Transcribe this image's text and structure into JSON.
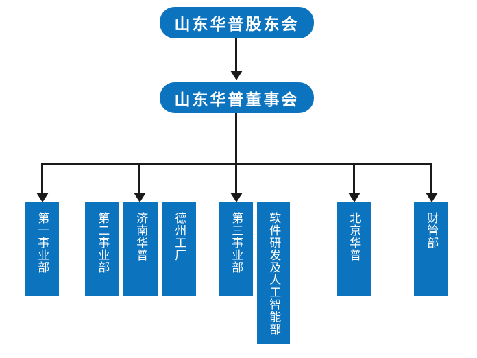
{
  "chart_data": {
    "type": "diagram",
    "title": "",
    "diagram_kind": "organization-chart",
    "orientation": "top-down",
    "accent_color": "#0C73BF",
    "connector_color": "#1a1a1a",
    "background_color": "#ffffff",
    "levels": [
      {
        "level": 1,
        "nodes": [
          "山东华普股东会"
        ]
      },
      {
        "level": 2,
        "nodes": [
          "山东华普董事会"
        ]
      },
      {
        "level": 3,
        "nodes": [
          "第一事业部",
          "第二事业部",
          "济南华普",
          "德州工厂",
          "第三事业部",
          "软件研发及人工智能部",
          "北京华普",
          "财管部"
        ]
      }
    ],
    "edges": [
      {
        "from": "山东华普股东会",
        "to": "山东华普董事会"
      },
      {
        "from": "山东华普董事会",
        "to": "第一事业部"
      },
      {
        "from": "山东华普董事会",
        "to": "济南华普"
      },
      {
        "from": "山东华普董事会",
        "to": "第三事业部"
      },
      {
        "from": "山东华普董事会",
        "to": "北京华普"
      },
      {
        "from": "山东华普董事会",
        "to": "财管部"
      }
    ]
  },
  "nodes": {
    "shareholders_meeting": "山东华普股东会",
    "board_of_directors": "山东华普董事会"
  },
  "divisions": [
    {
      "label": "第一事业部",
      "tall": false
    },
    {
      "label": "第二事业部",
      "tall": false
    },
    {
      "label": "济南华普",
      "tall": false
    },
    {
      "label": "德州工厂",
      "tall": false
    },
    {
      "label": "第三事业部",
      "tall": false
    },
    {
      "label": "软件研发及人工智能部",
      "tall": true
    },
    {
      "label": "北京华普",
      "tall": false
    },
    {
      "label": "财管部",
      "tall": false
    }
  ]
}
